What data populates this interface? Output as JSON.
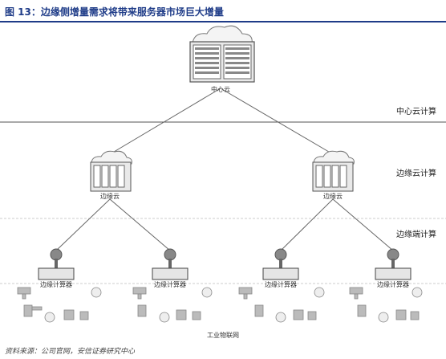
{
  "title": "图 13：边缘侧增量需求将带来服务器市场巨大增量",
  "layers": {
    "center": "中心云计算",
    "edge_cloud": "边缘云计算",
    "edge_gateway": "边缘端计算"
  },
  "nodes": {
    "center": "中心云",
    "edge_cloud_left": "边缘云",
    "edge_cloud_right": "边缘云",
    "edge_device": "边缘计算器"
  },
  "bottom_label": "工业物联网",
  "source": "资料来源：公司官网，安信证券研究中心",
  "colors": {
    "title": "#1f3c88",
    "line": "#555555",
    "dashed": "#9aa0a6"
  },
  "icons": [
    "cloud-icon",
    "server-rack-icon",
    "router-icon",
    "camera-icon",
    "robot-arm-icon",
    "fan-icon"
  ]
}
